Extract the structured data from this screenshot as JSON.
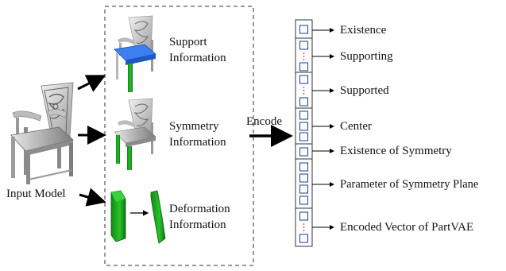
{
  "input": {
    "label": "Input Model"
  },
  "panels": [
    {
      "line1": "Support",
      "line2": "Information"
    },
    {
      "line1": "Symmetry",
      "line2": "Information"
    },
    {
      "line1": "Deformation",
      "line2": "Information"
    }
  ],
  "encode_label": "Encode",
  "vector_labels": [
    "Existence",
    "Supporting",
    "Supported",
    "Center",
    "Existence of Symmetry",
    "Parameter of Symmetry Plane",
    "Encoded Vector of PartVAE"
  ],
  "colors": {
    "support_highlight": "#2e6fd8",
    "leg_highlight": "#1fae22",
    "cell_border": "#2a4f9a",
    "dots": "#c0392b"
  }
}
